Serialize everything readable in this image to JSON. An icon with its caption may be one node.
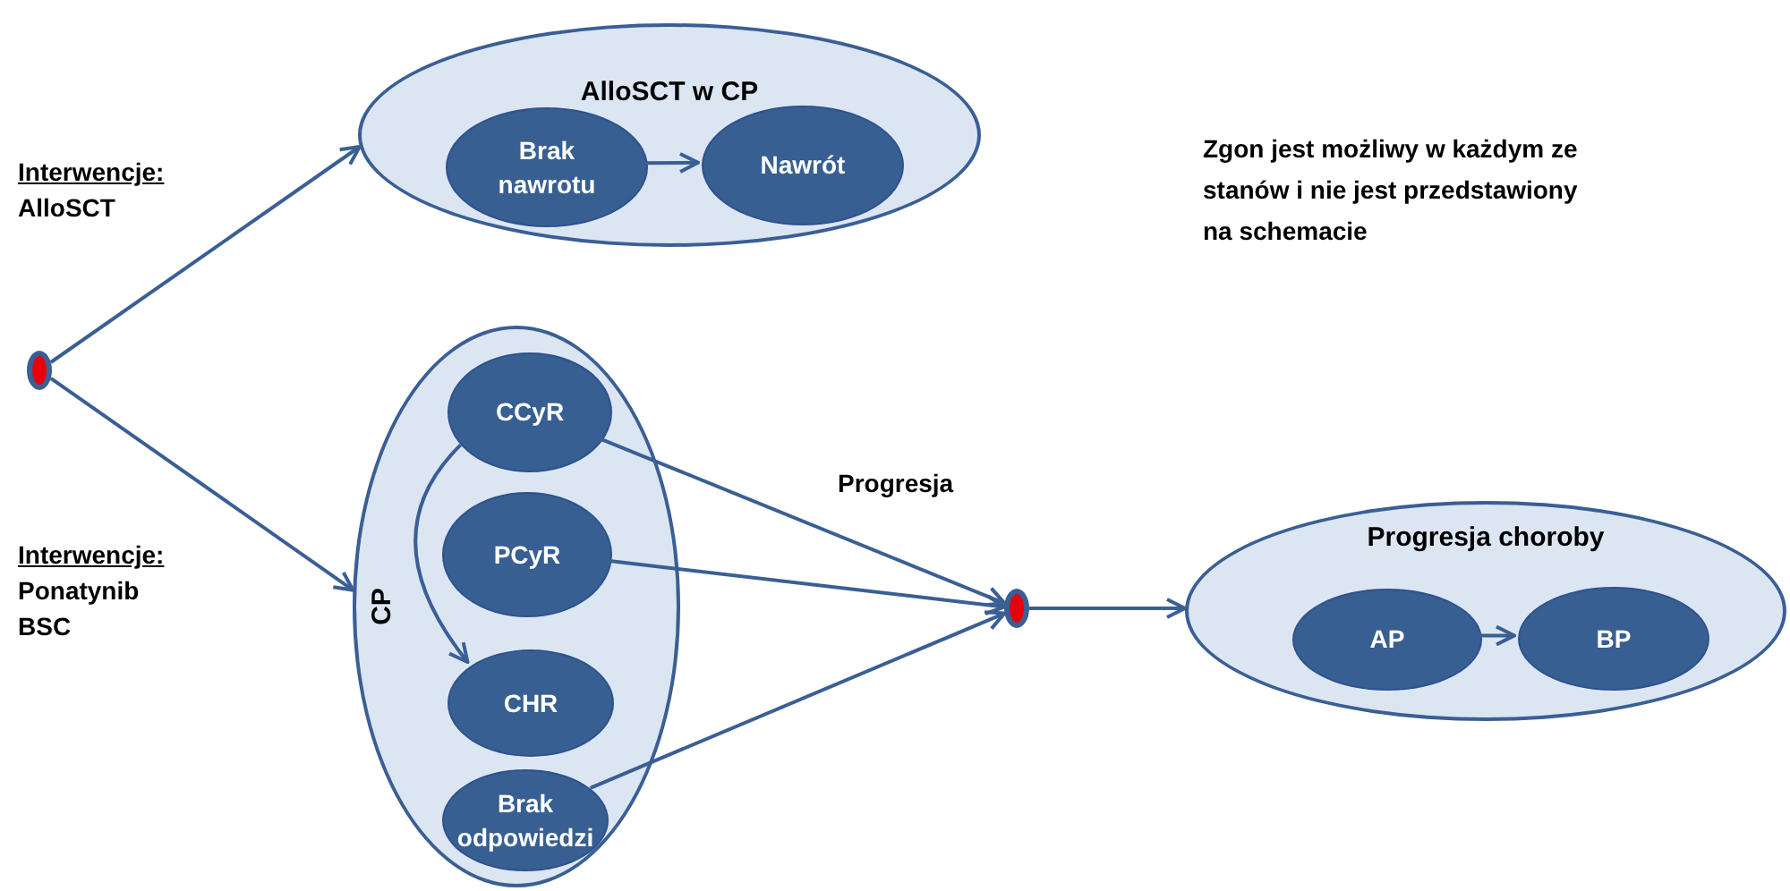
{
  "diagram": {
    "nodes": [
      {
        "text": [
          "AlloSCT w CP"
        ]
      },
      {
        "text": [
          "Brak nawrotu"
        ],
        "in": 0
      },
      {
        "text": [
          "Nawrót"
        ],
        "in": 0
      },
      {
        "text": [],
        "shape": "circle"
      },
      {
        "text": [
          "CP"
        ]
      },
      {
        "text": [
          "CCyR"
        ],
        "in": 4
      },
      {
        "text": [
          "PCyR"
        ],
        "in": 4
      },
      {
        "text": [
          "CHR"
        ],
        "in": 4
      },
      {
        "text": [
          "Brak odpowiedzi"
        ],
        "in": 4
      },
      {
        "text": [],
        "shape": "circle"
      },
      {
        "text": [
          "Progresja choroby"
        ]
      },
      {
        "text": [
          "AP"
        ],
        "in": 10
      },
      {
        "text": [
          "BP"
        ],
        "in": 10
      }
    ],
    "edges": [
      {
        "from": 3,
        "to": 0,
        "arrow": "to"
      },
      {
        "from": 3,
        "to": 4,
        "arrow": "to"
      },
      {
        "from": 1,
        "to": 2,
        "arrow": "to"
      },
      {
        "from": 5,
        "to": 7,
        "arrow": "to"
      },
      {
        "from": 5,
        "to": 9,
        "arrow": "to",
        "label": "Progresja"
      },
      {
        "from": 6,
        "to": 9,
        "arrow": "to"
      },
      {
        "from": 8,
        "to": 9,
        "arrow": "to"
      },
      {
        "from": 9,
        "to": 10,
        "arrow": "to"
      },
      {
        "from": 11,
        "to": 12,
        "arrow": "to"
      }
    ],
    "labels": [
      "Interwencje:",
      "AlloSCT",
      "Zgon jest możliwy w każdym ze stanów i nie jest przedstawiony na schemacie",
      "Interwencje:",
      "Ponatynib",
      "BSC"
    ]
  }
}
